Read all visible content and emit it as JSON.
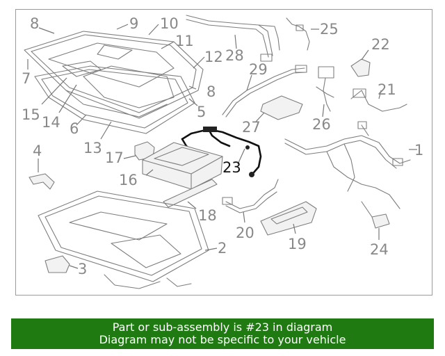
{
  "callouts": {
    "c1": "1",
    "c2": "2",
    "c3": "3",
    "c4": "4",
    "c5": "5",
    "c6": "6",
    "c7": "7",
    "c8a": "8",
    "c8b": "8",
    "c9": "9",
    "c10": "10",
    "c11": "11",
    "c12": "12",
    "c13": "13",
    "c14": "14",
    "c15": "15",
    "c16": "16",
    "c17": "17",
    "c18": "18",
    "c19": "19",
    "c20": "20",
    "c21": "21",
    "c22": "22",
    "c23": "23",
    "c24": "24",
    "c25": "25",
    "c26": "26",
    "c27": "27",
    "c28": "28",
    "c29": "29"
  },
  "banner": {
    "line1": "Part or sub-assembly is #23 in diagram",
    "line2": "Diagram may not be specific to your vehicle",
    "bg_color": "#1f7a12",
    "text_color": "#ffffff"
  },
  "colors": {
    "line": "#7d7d7d",
    "label": "#888888",
    "highlight": "#111111"
  }
}
